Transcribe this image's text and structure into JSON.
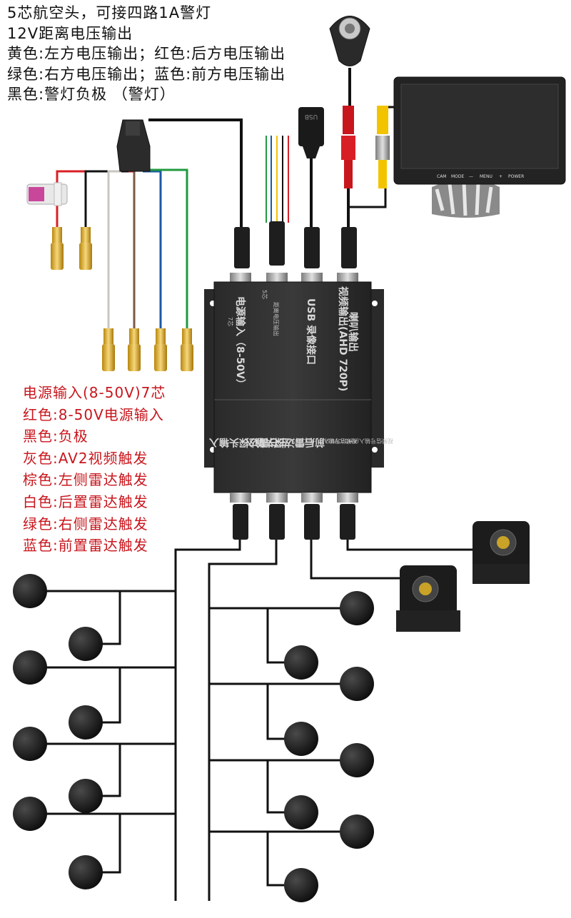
{
  "top_notes": [
    "5芯航空头，可接四路1A警灯",
    "12V距离电压输出",
    "黄色:左方电压输出；红色:后方电压输出",
    "绿色:右方电压输出；蓝色:前方电压输出",
    "黑色:警灯负极 （警灯）"
  ],
  "power_notes": [
    "电源输入(8-50V)7芯",
    "红色:8-50V电源输入",
    "黑色:负极",
    "灰色:AV2视频触发",
    "棕色:左侧雷达触发",
    "白色:后置雷达触发",
    "绿色:右侧雷达触发",
    "蓝色:前置雷达触发"
  ],
  "control_box": {
    "top_sections": [
      "电源输入（8-50V）",
      "距离电压输出",
      "USB 录像接口",
      "视频输出(AHD 720P)",
      "喇叭输出"
    ],
    "top_sub": [
      "7芯",
      "5芯"
    ],
    "bottom_sections": [
      "左右雷达探头输入",
      "前后雷达探头输入",
      "视频信号输入(AHD/CVBS)2",
      "视频信号输入(AHD/CVBS)1"
    ]
  },
  "usb_label": "USB",
  "monitor": {
    "buttons": [
      "CAM",
      "MODE",
      "—",
      "MENU",
      "+",
      "POWER"
    ]
  },
  "wire_colors": {
    "red": "#d91f26",
    "black": "#111111",
    "gray": "#c9c6c0",
    "brown": "#7a5a45",
    "blue": "#1c57a8",
    "green": "#1f9a3e",
    "yellow": "#f2c400",
    "white": "#f4f4f4"
  },
  "icons": [
    "aviation-plug-icon",
    "fuse-icon",
    "spade-terminal-icon",
    "usb-plug-icon",
    "rca-plug-icon",
    "speaker-icon",
    "monitor-icon",
    "camera-icon",
    "radar-sensor-icon"
  ]
}
